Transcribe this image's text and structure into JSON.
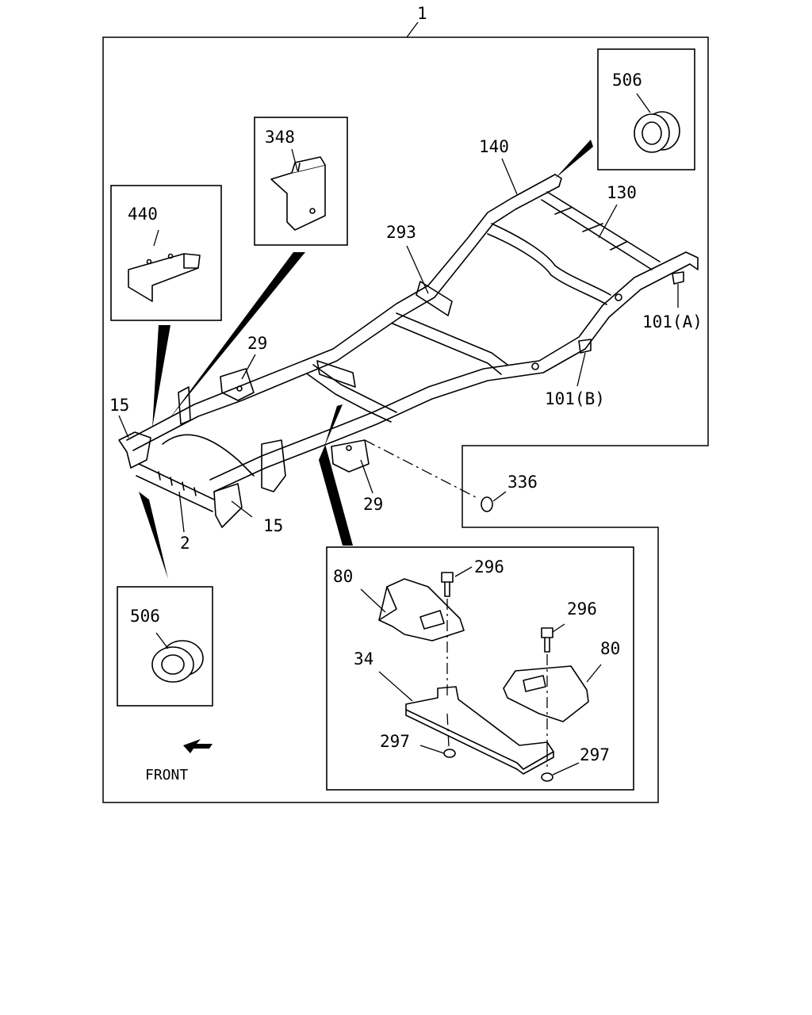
{
  "diagram": {
    "callouts": {
      "assembly": "1",
      "rear_cross_member": "130",
      "rear_bracket": "140",
      "rear_mount_right": "101(A)",
      "rear_mount_left": "101(B)",
      "center_bracket": "293",
      "insulator_top_right": "506",
      "bracket_348": "348",
      "bracket_440": "440",
      "outrigger_rear": "29",
      "outrigger_front": "29",
      "front_left_mount": "15",
      "front_right_mount": "15",
      "front_cross_member": "2",
      "plug": "336",
      "insulator_bottom_left": "506",
      "mount_left": "80",
      "mount_right": "80",
      "bolt_left": "296",
      "bolt_right": "296",
      "plate": "34",
      "nut_left": "297",
      "nut_right": "297"
    },
    "direction_label": "FRONT"
  }
}
